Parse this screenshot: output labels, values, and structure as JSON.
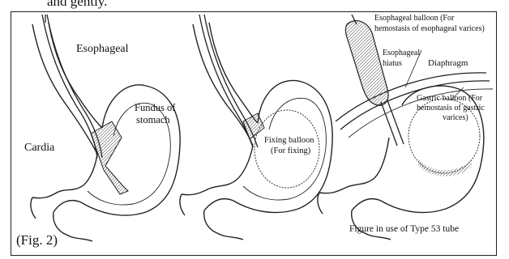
{
  "header_fragment": "and gently.",
  "panel1": {
    "esophageal": "Esophageal",
    "fundus": [
      "Fundus of",
      "stomach"
    ],
    "cardia": "Cardia"
  },
  "panel2": {
    "fixing_balloon": [
      "Fixing balloon",
      "(For fixing)"
    ]
  },
  "panel3": {
    "esophageal_balloon": [
      "Esophageal balloon (For",
      "hemostasis of esophageal varices)"
    ],
    "esophageal_hiatus": [
      "Esophageal",
      "hiatus"
    ],
    "diaphragm": "Diaphragm",
    "gastric_balloon": [
      "Gastric balloon (For",
      "hemostasis of gastric",
      "varices)"
    ]
  },
  "figure_in_use": "Figure in use of Type 53 tube",
  "caption": "(Fig. 2)"
}
